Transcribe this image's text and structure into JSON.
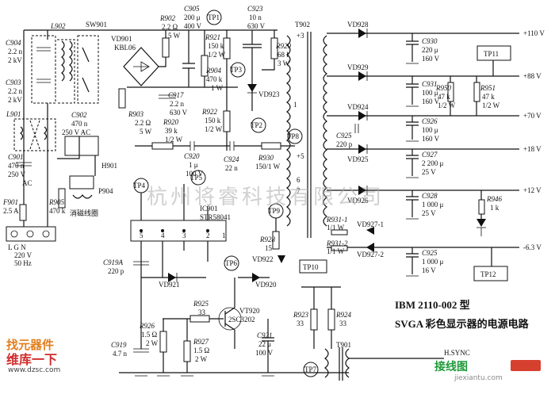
{
  "caption": {
    "line1": "IBM 2110-002 型",
    "line2": "SVGA 彩色显示器的电源电路"
  },
  "watermark": "杭州将睿科技有限公司",
  "logo": {
    "line1": "找元器件",
    "line2": "维库一下",
    "url": "www.dzsc.com"
  },
  "site": {
    "name": "接线图",
    "url": "jiexiantu.com"
  },
  "colors": {
    "line": "#111111",
    "watermark": "#aaaaaa",
    "logo_orange": "#e37d1c",
    "logo_red": "#d12b2b",
    "site_green": "#1f9a3a"
  },
  "rails": [
    {
      "diode": "VD928",
      "cap": "C930",
      "capv": "220 μ",
      "capr": "160 V",
      "out": "+110 V"
    },
    {
      "diode": "VD929",
      "cap": "C931",
      "capv": "100 μ",
      "capr": "160 V",
      "out": "+88 V"
    },
    {
      "diode": "VD924",
      "cap": "C926",
      "capv": "100 μ",
      "capr": "160 V",
      "out": "+70 V"
    },
    {
      "diode": "VD925",
      "cap": "C927",
      "capv": "2 200 μ",
      "capr": "25 V",
      "out": "+18 V"
    },
    {
      "diode": "VD926",
      "cap": "C928",
      "capv": "1 000 μ",
      "capr": "25 V",
      "out": "+12 V"
    },
    {
      "diode": "",
      "cap": "C925",
      "capv": "1 000 μ",
      "capr": "16 V",
      "out": "-6.3 V"
    }
  ],
  "labels": {
    "c904": "C904",
    "c904v": "2.2 n",
    "c904r": "2 kV",
    "c903": "C903",
    "c903v": "2.2 n",
    "c903r": "2 kV",
    "l902": "L902",
    "sw901": "SW901",
    "l901": "L901",
    "c901": "C901",
    "c901v": "470 n",
    "c901r": "250 V",
    "c901ac": "AC",
    "f901": "F901",
    "f901v": "2.5 A",
    "lgn": "L   G   N",
    "mains": "220 V",
    "mainsf": "50 Hz",
    "vd901": "VD901",
    "vd901p": "KBL06",
    "c902": "C902",
    "c902v": "470 n",
    "c902r": "250 V AC",
    "r902": "R902",
    "r902v": "2.2 Ω",
    "r902w": "5 W",
    "c905": "C905",
    "c905v": "200 μ",
    "c905r": "400 V",
    "tp1": "TP1",
    "r921": "R921",
    "r921v": "150 k",
    "r921w": "1/2 W",
    "r904": "R904",
    "r904v": "470 k",
    "r904w": "1 W",
    "c923": "C923",
    "c923v": "10 n",
    "c923r": "630 V",
    "t902": "T902",
    "r929": "R929",
    "r929v": "68 k",
    "r929w": "3 W",
    "tp3": "TP3",
    "vd923": "VD923",
    "c917": "C917",
    "c917v": "2.2 n",
    "c917r": "630 V",
    "r903": "R903",
    "r903v": "2.2 Ω",
    "r903w": "5 W",
    "r922": "R922",
    "r922v": "150 k",
    "r922w": "1/2 W",
    "tp2": "TP2",
    "r920": "R920",
    "r920v": "39 k",
    "r920w": "1/2 W",
    "h901": "H901",
    "r905": "R905",
    "r905v": "470 k",
    "p904": "P904",
    "degauss": "消磁线圈",
    "c920": "C920",
    "c920v": "1 μ",
    "c920r": "100 V",
    "c924": "C924",
    "c924v": "22 n",
    "r930": "R930",
    "r930v": "150/1 W",
    "tp8": "TP8",
    "tp4": "TP4",
    "tp5": "TP5",
    "ic901": "IC901",
    "ic901p": "STR58041",
    "pin5": "5",
    "pin4": "4",
    "pin3": "3",
    "pin2": "2",
    "pin1": "1",
    "tp9": "TP9",
    "r928": "R928",
    "r928v": "15",
    "r931": "R931-1",
    "r931v": "1/1 W",
    "r932": "R931-2",
    "r932v": "1/1 W",
    "vd9271": "VD927-1",
    "vd9272": "VD927-2",
    "tp10": "TP10",
    "tp11": "TP11",
    "tp12": "TP12",
    "r950": "R950",
    "r950v": "47 k",
    "r950w": "1/2 W",
    "r951": "R951",
    "r951v": "47 k",
    "r951w": "1/2 W",
    "c925b": "C925",
    "c925bv": "220 p",
    "r946": "R946",
    "r946v": "1 k",
    "c919a": "C919A",
    "c919av": "220 p",
    "tp6": "TP6",
    "vd922": "VD922",
    "vd920": "VD920",
    "vd921": "VD921",
    "r925": "R925",
    "r925v": "33",
    "vt920": "VT920",
    "vt920p": "2SC3202",
    "c919": "C919",
    "c919v": "4.7 n",
    "r926": "R926",
    "r926v": "1.5 Ω",
    "r926w": "2 W",
    "r927": "R927",
    "r927v": "1.5 Ω",
    "r927w": "2 W",
    "c921": "C921",
    "c921v": "22 μ",
    "c921r": "100 V",
    "r923": "R923",
    "r923v": "33",
    "r924": "R924",
    "r924v": "33",
    "t901": "T901",
    "tp7": "TP7",
    "hsync": "H.SYNC",
    "p3": "+3",
    "p5": "+5",
    "p1": "1",
    "p6": "6",
    "p7": "7"
  }
}
